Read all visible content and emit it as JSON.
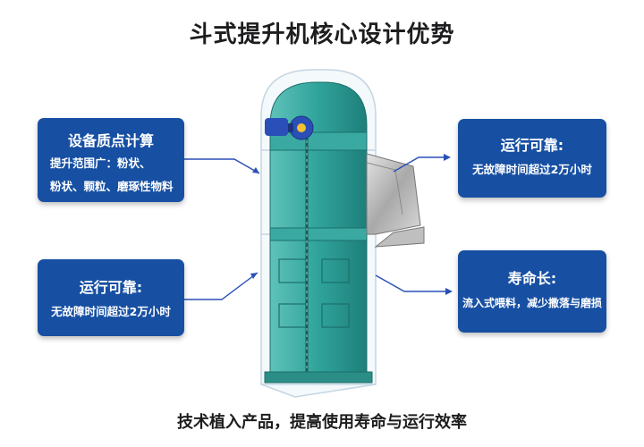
{
  "title": "斗式提升机核心设计优势",
  "cards": {
    "top_left": {
      "heading": "设备质点计算",
      "lines": [
        "提升范围广：粉状、",
        "粉状、颗粒、磨琢性物料"
      ]
    },
    "bottom_left": {
      "heading": "运行可靠:",
      "body": "无故障时间超过2万小时"
    },
    "top_right": {
      "heading": "运行可靠:",
      "body": "无故障时间超过2万小时"
    },
    "bottom_right": {
      "heading": "寿命长:",
      "body": "流入式喂料，减少撒落与磨损"
    }
  },
  "footer": "技术植入产品，提高使用寿命与运行效率",
  "colors": {
    "card_blue": "#1750a3",
    "machine_teal": "#2fa39b",
    "motor_blue": "#2a4fb8"
  }
}
